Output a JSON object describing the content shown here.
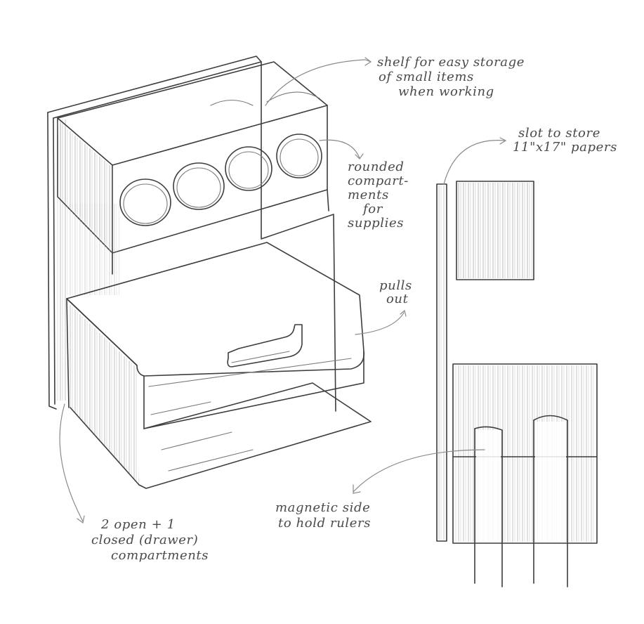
{
  "annotations": {
    "shelf": [
      "shelf for easy storage",
      "of small items",
      "when working"
    ],
    "rounded": [
      "rounded",
      "compart-",
      "ments",
      "for",
      "supplies"
    ],
    "pulls": [
      "pulls",
      "out"
    ],
    "compartments": [
      "2 open + 1",
      "closed (drawer)",
      "compartments"
    ],
    "slot": [
      "slot to store",
      "11\"x17\" papers"
    ],
    "magnetic": [
      "magnetic side",
      "to hold rulers"
    ]
  }
}
